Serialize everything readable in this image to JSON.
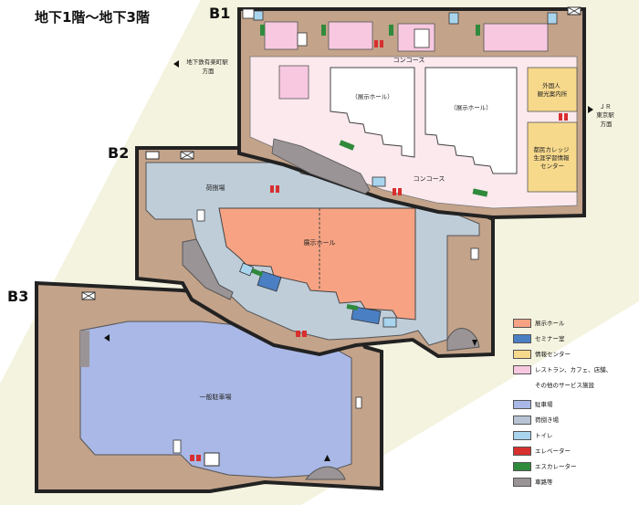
{
  "title": "地下1階〜地下3階",
  "floors": {
    "b1": {
      "label": "B1",
      "concourse_top": "コンコース",
      "concourse_bottom": "コンコース",
      "hall_left": "（展示ホール）",
      "hall_right": "（展示ホール）",
      "foreign_info": "外国人\n観光案内所",
      "college": "都民カレッジ\n生涯学習情報\nセンター"
    },
    "b2": {
      "label": "B2",
      "unloading": "荷捌場",
      "hall": "展示ホール"
    },
    "b3": {
      "label": "B3",
      "parking": "一般駐車場"
    }
  },
  "directions": {
    "subway": "地下鉄有楽町駅\n方面",
    "jr": "ＪＲ\n東京駅\n方面"
  },
  "legend": [
    {
      "label": "展示ホール",
      "color": "#f7a383"
    },
    {
      "label": "セミナー室",
      "color": "#4a7fc4"
    },
    {
      "label": "情報センター",
      "color": "#f7d98c"
    },
    {
      "label": "レストラン、カフェ、店舗、",
      "color": "#f7c8df"
    },
    {
      "label": "その他のサービス施設",
      "color": ""
    },
    {
      "label": "駐車場",
      "color": "#a9b8e6"
    },
    {
      "label": "荷捌き場",
      "color": "#b8c4d4"
    },
    {
      "label": "トイレ",
      "color": "#a9d4ee"
    },
    {
      "label": "エレベーター",
      "color": "#d82f2f"
    },
    {
      "label": "エスカレーター",
      "color": "#2f8a3c"
    },
    {
      "label": "車路等",
      "color": "#9a9496"
    }
  ],
  "colors": {
    "wall": "#c3a38a",
    "concourse": "#fbe9ee",
    "corridor": "#bfcdd9",
    "hall": "#f7a383"
  }
}
